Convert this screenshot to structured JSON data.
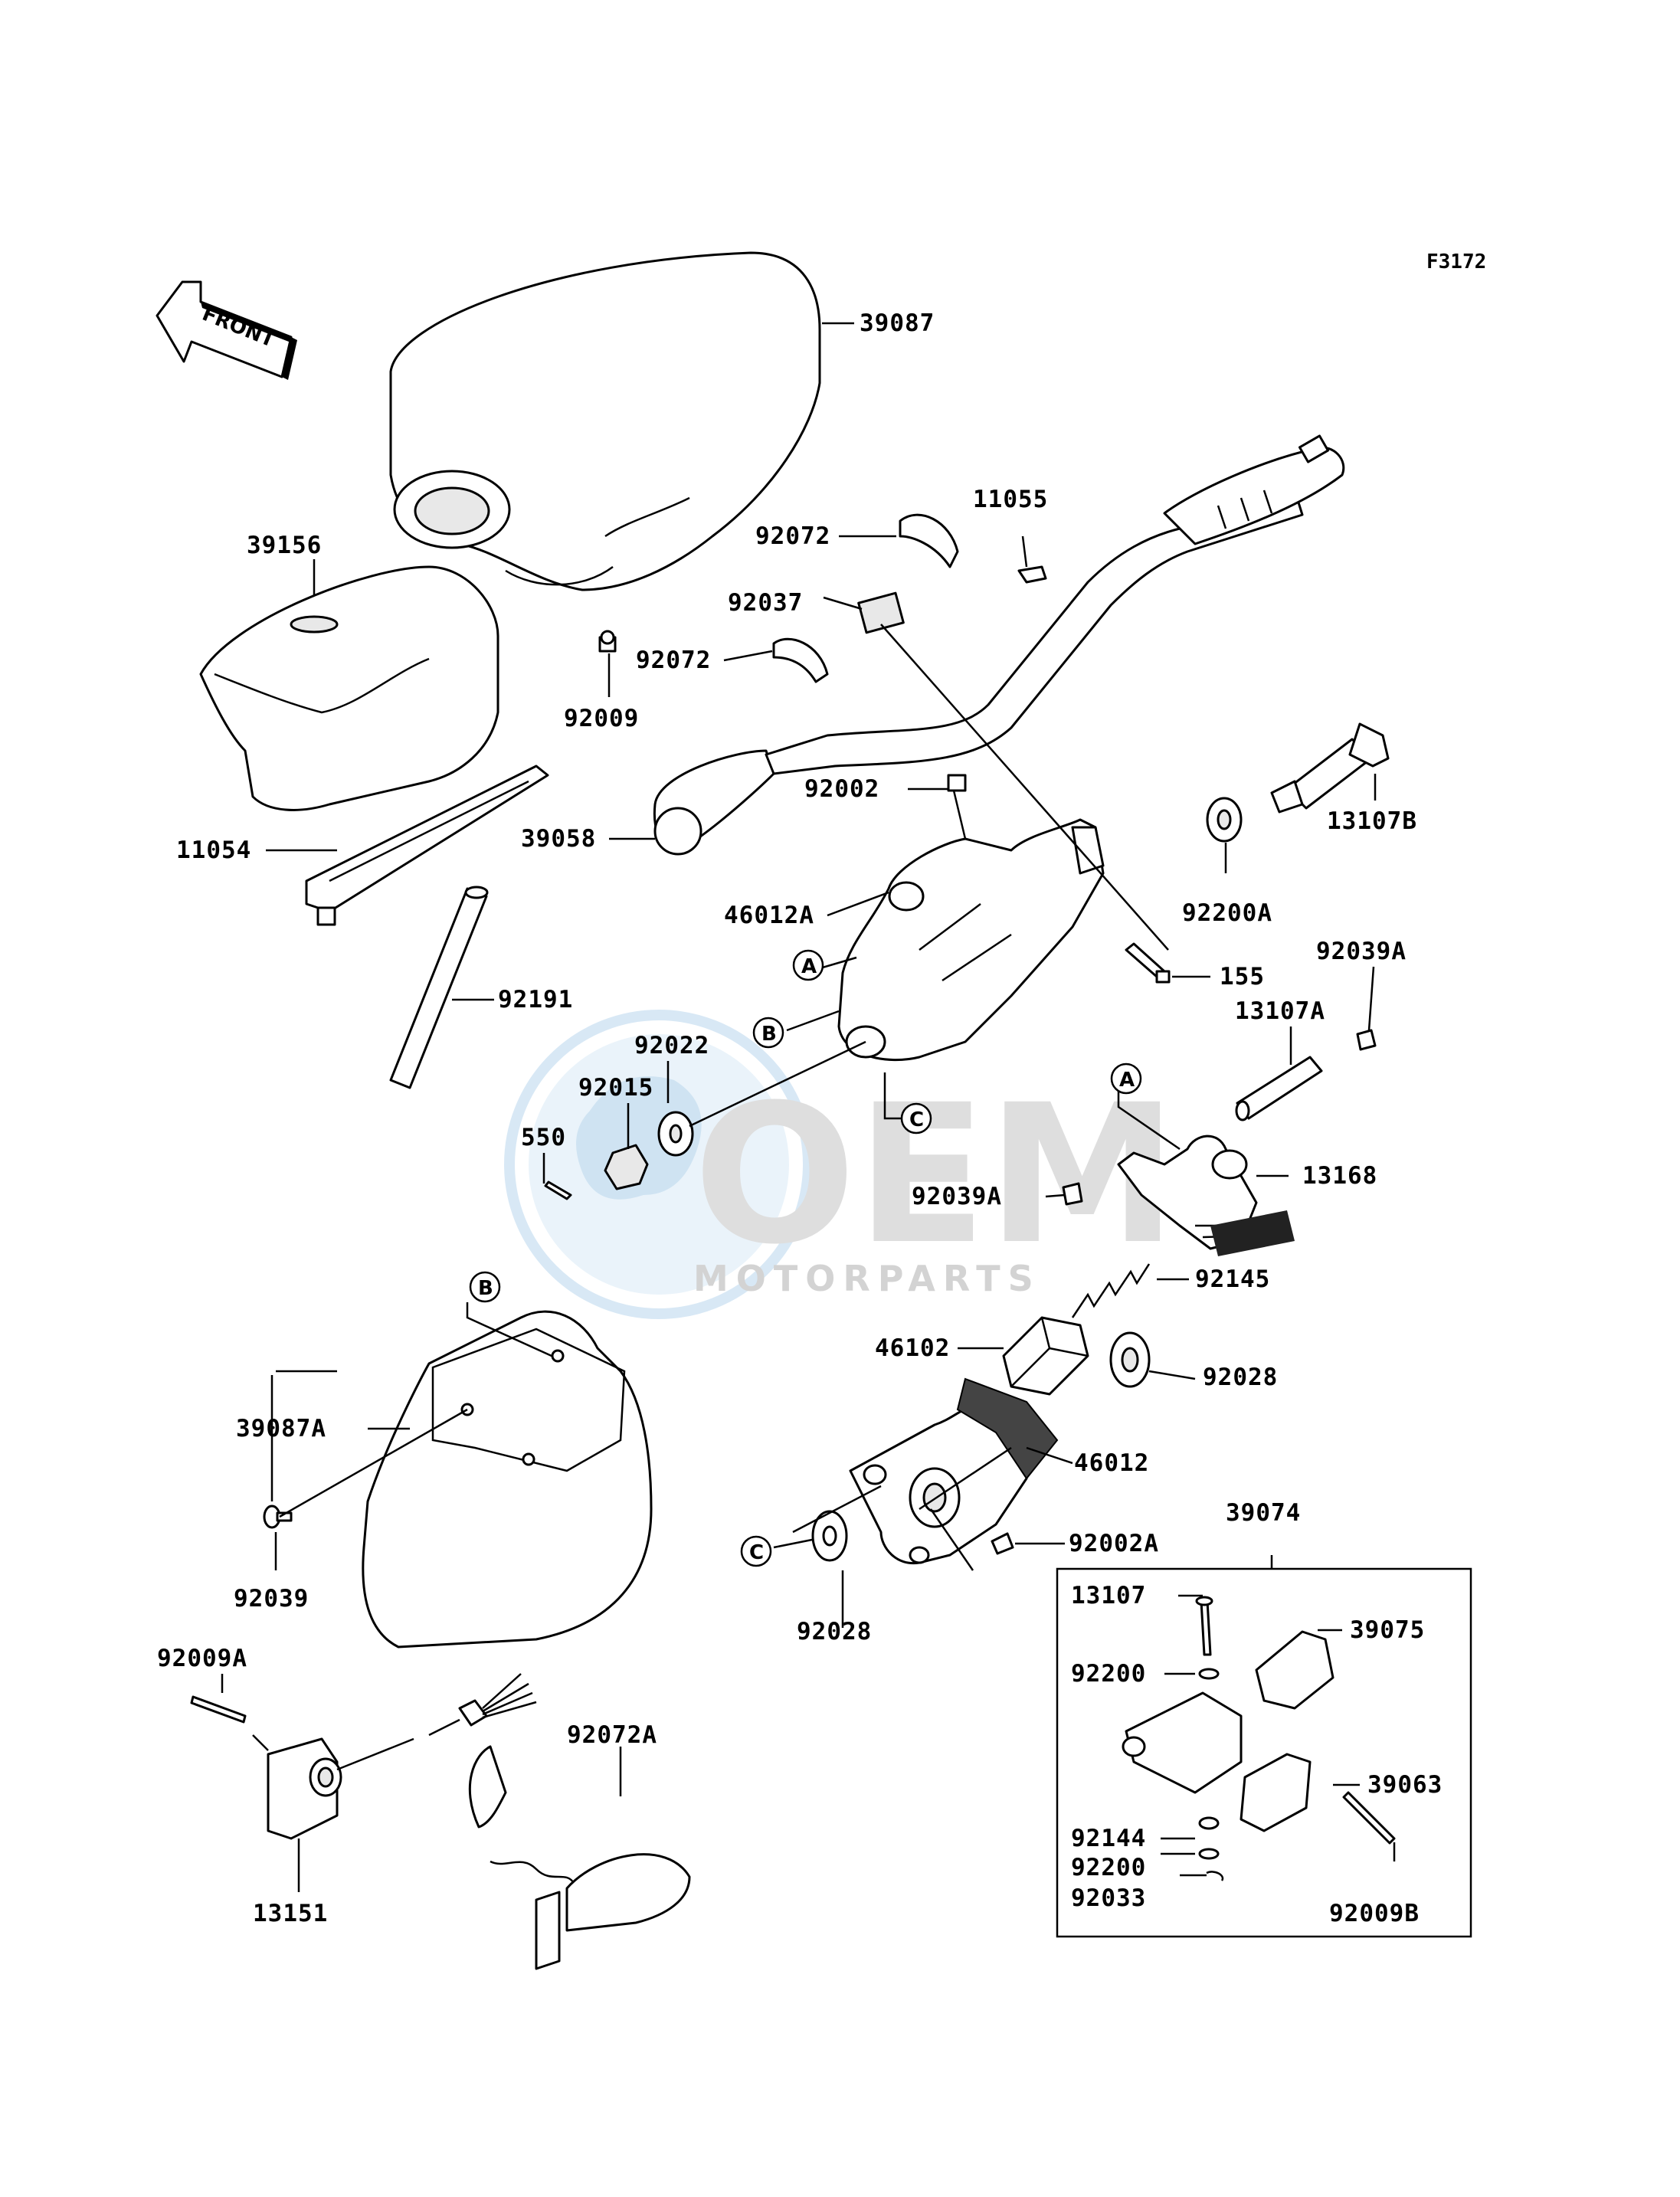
{
  "figure_code": "F3172",
  "front_arrow": {
    "text": "FRONT"
  },
  "callouts": [
    "A",
    "B",
    "C"
  ],
  "watermark": {
    "logo_text": "OEM",
    "sub_text": "MOTORPARTS"
  },
  "parts": [
    {
      "id": "39087",
      "label": "39087"
    },
    {
      "id": "39156",
      "label": "39156"
    },
    {
      "id": "92009",
      "label": "92009"
    },
    {
      "id": "11054",
      "label": "11054"
    },
    {
      "id": "92191",
      "label": "92191"
    },
    {
      "id": "92072_top",
      "label": "92072"
    },
    {
      "id": "92037",
      "label": "92037"
    },
    {
      "id": "92072_mid",
      "label": "92072"
    },
    {
      "id": "11055",
      "label": "11055"
    },
    {
      "id": "92002",
      "label": "92002"
    },
    {
      "id": "39058",
      "label": "39058"
    },
    {
      "id": "46012A",
      "label": "46012A"
    },
    {
      "id": "13107B",
      "label": "13107B"
    },
    {
      "id": "92200A",
      "label": "92200A"
    },
    {
      "id": "155",
      "label": "155"
    },
    {
      "id": "92039A_top",
      "label": "92039A"
    },
    {
      "id": "13107A",
      "label": "13107A"
    },
    {
      "id": "92022",
      "label": "92022"
    },
    {
      "id": "92015",
      "label": "92015"
    },
    {
      "id": "550",
      "label": "550"
    },
    {
      "id": "13168",
      "label": "13168"
    },
    {
      "id": "92039A_low",
      "label": "92039A"
    },
    {
      "id": "92145",
      "label": "92145"
    },
    {
      "id": "46102",
      "label": "46102"
    },
    {
      "id": "92028_right",
      "label": "92028"
    },
    {
      "id": "39087A",
      "label": "39087A"
    },
    {
      "id": "46012",
      "label": "46012"
    },
    {
      "id": "92002A",
      "label": "92002A"
    },
    {
      "id": "39074",
      "label": "39074"
    },
    {
      "id": "92039",
      "label": "92039"
    },
    {
      "id": "92028_low",
      "label": "92028"
    },
    {
      "id": "13107",
      "label": "13107"
    },
    {
      "id": "39075",
      "label": "39075"
    },
    {
      "id": "92200_a",
      "label": "92200"
    },
    {
      "id": "92009A",
      "label": "92009A"
    },
    {
      "id": "92072A",
      "label": "92072A"
    },
    {
      "id": "39063",
      "label": "39063"
    },
    {
      "id": "92144",
      "label": "92144"
    },
    {
      "id": "92200_b",
      "label": "92200"
    },
    {
      "id": "92033",
      "label": "92033"
    },
    {
      "id": "13151",
      "label": "13151"
    },
    {
      "id": "92009B",
      "label": "92009B"
    }
  ]
}
